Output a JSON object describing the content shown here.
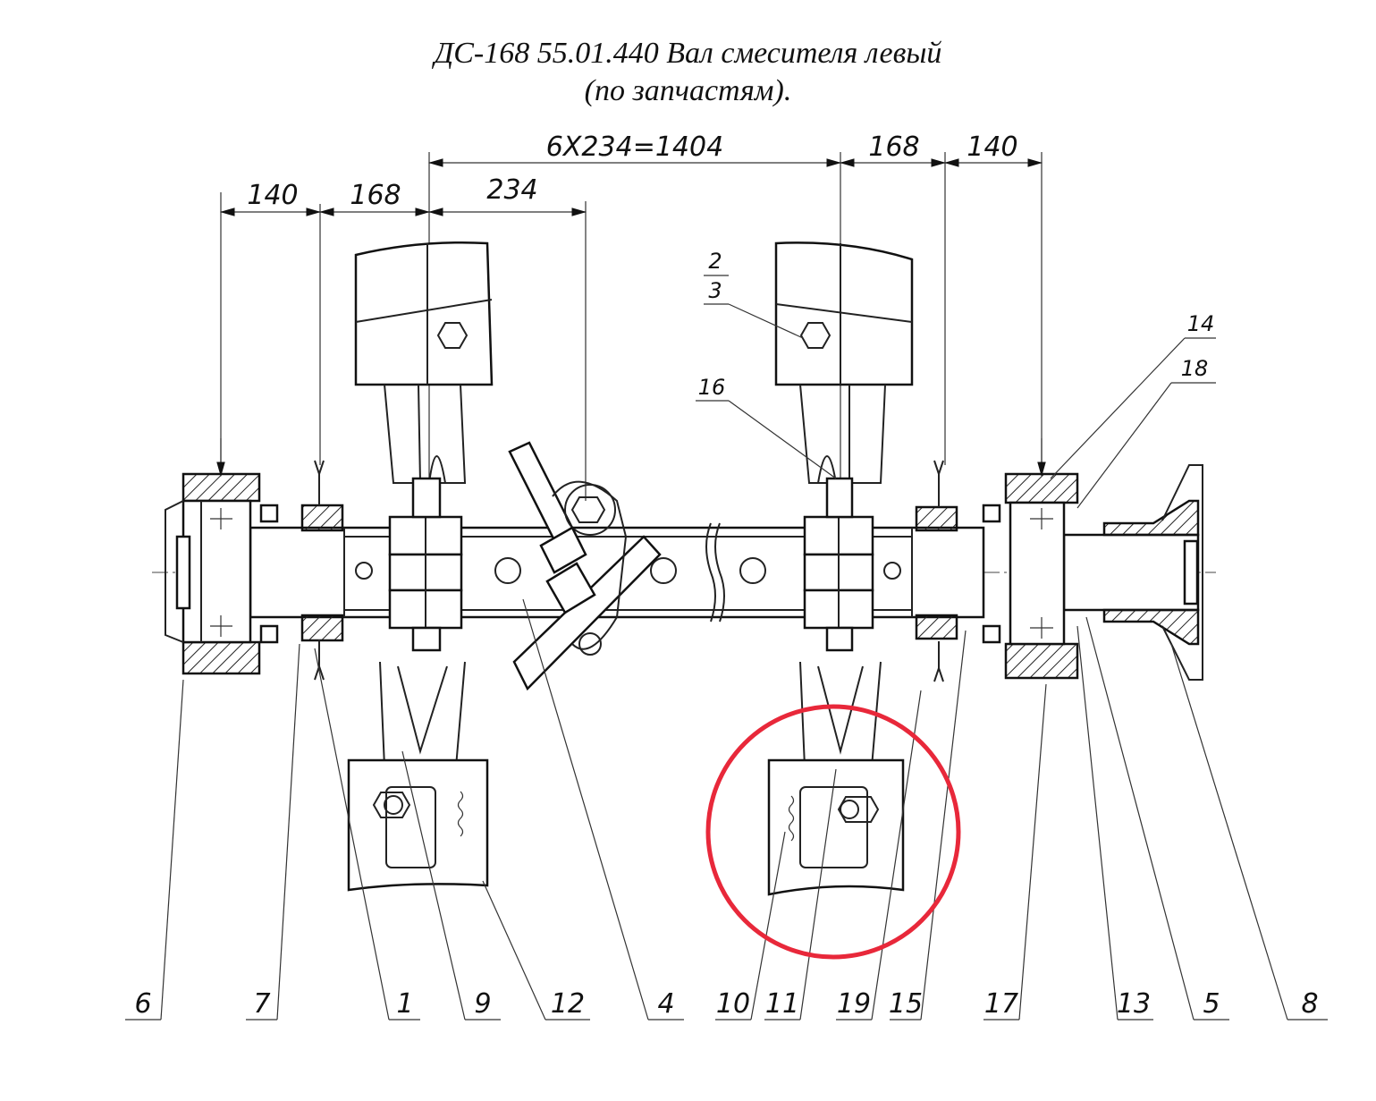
{
  "title": {
    "line1": "ДС-168 55.01.440 Вал смесителя левый",
    "line2": "(по запчастям)."
  },
  "dimensions": {
    "top_total": "6X234=1404",
    "top_right_168": "168",
    "top_right_140": "140",
    "left_140": "140",
    "left_168": "168",
    "pitch_234": "234"
  },
  "callouts": {
    "c2": "2",
    "c3": "3",
    "c14": "14",
    "c16": "16",
    "c18": "18"
  },
  "bottom_labels": [
    "6",
    "7",
    "1",
    "9",
    "12",
    "4",
    "10",
    "11",
    "19",
    "15",
    "17",
    "13",
    "5",
    "8"
  ],
  "highlight_color": "#e8283a"
}
